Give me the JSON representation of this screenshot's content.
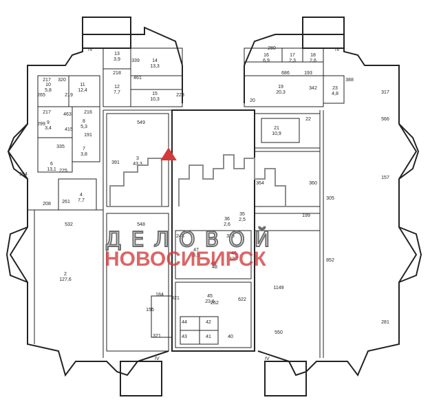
{
  "plan": {
    "rooms": [
      {
        "num": "13",
        "area": "3,9"
      },
      {
        "num": "14",
        "area": "13,3"
      },
      {
        "num": "12",
        "area": "7,7"
      },
      {
        "num": "15",
        "area": "10,3"
      },
      {
        "num": "10",
        "area": "5,8"
      },
      {
        "num": "11",
        "area": "12,4"
      },
      {
        "num": "9",
        "area": "3,4"
      },
      {
        "num": "8",
        "area": "5,3"
      },
      {
        "num": "7",
        "area": "3,8"
      },
      {
        "num": "3",
        "area": "43,3"
      },
      {
        "num": "6",
        "area": "13,1"
      },
      {
        "num": "4",
        "area": "7,7"
      },
      {
        "num": "2",
        "area": "127,6"
      },
      {
        "num": "45",
        "area": "23,6"
      },
      {
        "num": "47",
        "area": "9,5"
      },
      {
        "num": "46",
        "area": "12,7"
      },
      {
        "num": "36",
        "area": "2,6"
      },
      {
        "num": "35",
        "area": "2,5"
      },
      {
        "num": "16",
        "area": "6,9"
      },
      {
        "num": "17",
        "area": "2,3"
      },
      {
        "num": "18",
        "area": "2,6"
      },
      {
        "num": "19",
        "area": "20,3"
      },
      {
        "num": "23",
        "area": "4,8"
      },
      {
        "num": "21",
        "area": "10,9"
      },
      {
        "num": "20",
        "area": ""
      },
      {
        "num": "22",
        "area": ""
      },
      {
        "num": "48",
        "area": ""
      },
      {
        "num": "44",
        "area": ""
      },
      {
        "num": "42",
        "area": ""
      },
      {
        "num": "43",
        "area": ""
      },
      {
        "num": "41",
        "area": ""
      },
      {
        "num": "40",
        "area": ""
      }
    ],
    "dims": [
      "320",
      "217",
      "265",
      "219",
      "217",
      "463",
      "299",
      "415",
      "216",
      "191",
      "225",
      "261",
      "335",
      "594",
      "208",
      "549",
      "391",
      "532",
      "548",
      "184",
      "155",
      "371",
      "321",
      "622",
      "243",
      "48",
      "373",
      "339",
      "461",
      "223",
      "218",
      "280",
      "686",
      "193",
      "342",
      "388",
      "317",
      "566",
      "364",
      "360",
      "157",
      "305",
      "199",
      "1149",
      "852",
      "550",
      "281",
      "262"
    ],
    "axis_marks": [
      "IV",
      "IV",
      "IV",
      "IV"
    ],
    "watermark": {
      "line1": "ДЕЛОВОЙ",
      "line2": "НОВОСИБИРСК"
    },
    "colors": {
      "wall": "#222222",
      "watermark_gray": "#6d6d6d",
      "watermark_red": "#d33a3a"
    }
  }
}
